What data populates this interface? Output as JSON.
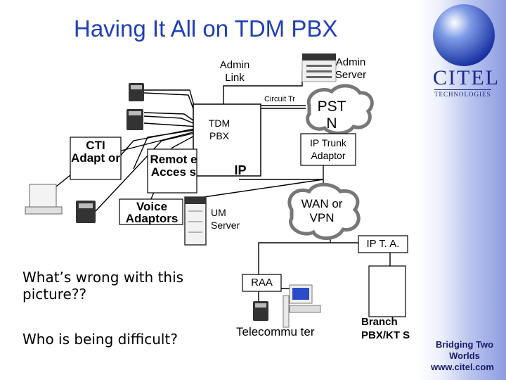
{
  "title": "Having It All on TDM PBX",
  "labels": {
    "admin_link": "Admin Link",
    "admin_server": "Admin Server",
    "circuit_trunk": "Circuit Tr",
    "pstn": "PST N",
    "tdm_pbx": "TDM PBX",
    "ip_trunk_adaptor": "IP Trunk Adaptor",
    "cti_adaptor": "CTI Adapt or",
    "remote_access": "Remot e Acces s",
    "voice_adaptors": "Voice Adaptors",
    "ip": "IP",
    "um_server": "UM Server",
    "wan_vpn": "WAN or VPN",
    "ip_ta": "IP T. A.",
    "raa": "RAA",
    "telecommuter": "Telecommu ter",
    "branch_pbx": "Branch PBX/KT S"
  },
  "questions": {
    "whats_wrong": "What’s wrong with this picture??",
    "who_difficult": "Who is being difficult?"
  },
  "logo": {
    "name": "CITEL",
    "sub": "TECHNOLOGIES"
  },
  "footer": {
    "tagline": "Bridging Two Worlds",
    "url": "www.citel.com"
  },
  "colors": {
    "title": "#1f3fb8",
    "logo": "#1a2a8a",
    "band": "#8d9ce0"
  }
}
